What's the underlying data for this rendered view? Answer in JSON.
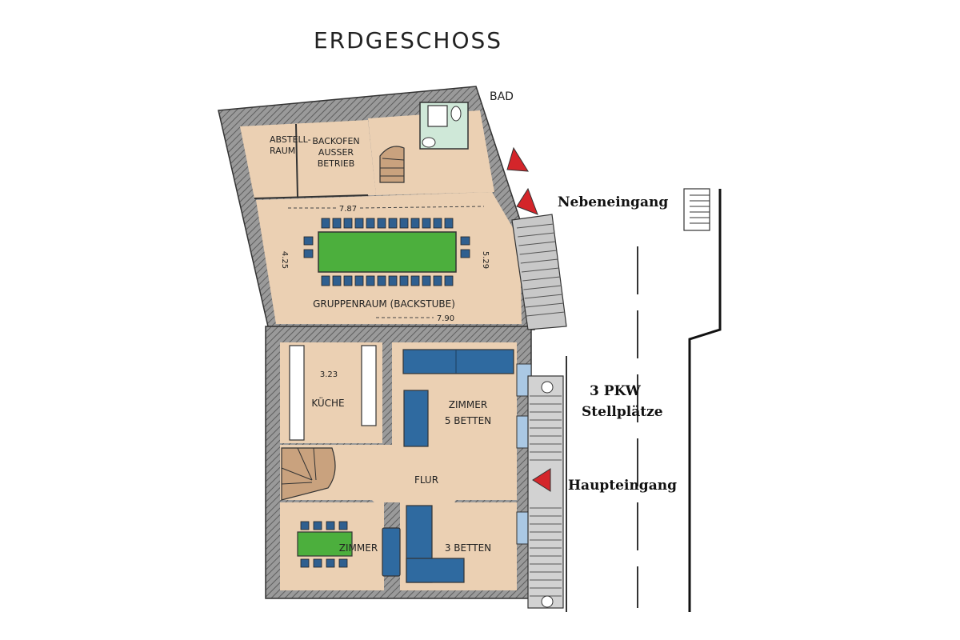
{
  "title": "ERDGESCHOSS",
  "rooms": {
    "bad": "BAD",
    "abstell_1": "ABSTELL-",
    "abstell_2": "RAUM",
    "backofen_1": "BACKOFEN",
    "backofen_2": "AUSSER",
    "backofen_3": "BETRIEB",
    "gruppenraum": "GRUPPENRAUM (BACKSTUBE)",
    "kueche": "KÜCHE",
    "zimmer_5_1": "ZIMMER",
    "zimmer_5_2": "5 BETTEN",
    "flur": "FLUR",
    "zimmer": "ZIMMER",
    "betten_3": "3 BETTEN"
  },
  "dimensions": {
    "d787": "7.87",
    "d425": "4.25",
    "d529": "5.29",
    "d790": "7.90",
    "d323": "3.23"
  },
  "labels": {
    "nebeneingang": "Nebeneingang",
    "parking_1": "3 PKW",
    "parking_2": "Stellplätze",
    "haupteingang": "Haupteingang"
  },
  "colors": {
    "floor": "#ebd0b3",
    "wall": "#8a8a8a",
    "table": "#4caf3d",
    "chair": "#2f5f8f",
    "bed": "#2f6aa0",
    "tile": "#cfe8d8",
    "arrow": "#d4252a",
    "stair": "#c9a27e"
  }
}
